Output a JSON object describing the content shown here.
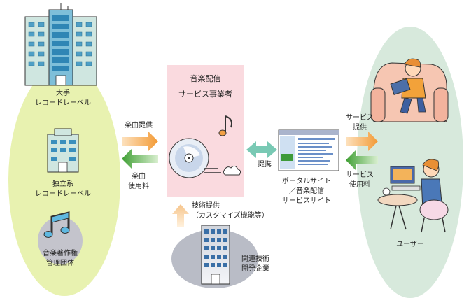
{
  "labels": {
    "major_label": [
      "大手",
      "レコードレーベル"
    ],
    "indie_label": [
      "独立系",
      "レコードレーベル"
    ],
    "copyright_org": [
      "音楽著作権",
      "管理団体"
    ],
    "service_provider": [
      "音楽配信",
      "サービス事業者"
    ],
    "music_supply": "楽曲提供",
    "music_fee": [
      "楽曲",
      "使用料"
    ],
    "tech_supply": [
      "技術提供",
      "（カスタマイズ機能等）"
    ],
    "tech_company": [
      "関連技術",
      "開発企業"
    ],
    "partnership": "提携",
    "portal_site": [
      "ポータルサイト",
      "／音楽配信",
      "サービスサイト"
    ],
    "service_supply": [
      "サービス",
      "提供"
    ],
    "service_fee": [
      "サービス",
      "使用料"
    ],
    "users": "ユーザー"
  },
  "colors": {
    "left_ellipse": "#e8f2b0",
    "right_ellipse": "#d7e9dc",
    "center_box": "#fadadf",
    "arrow_orange": "#f5a142",
    "arrow_green": "#47a83a",
    "arrow_teal": "#79c9b4",
    "arrow_peach": "#f6c995"
  }
}
